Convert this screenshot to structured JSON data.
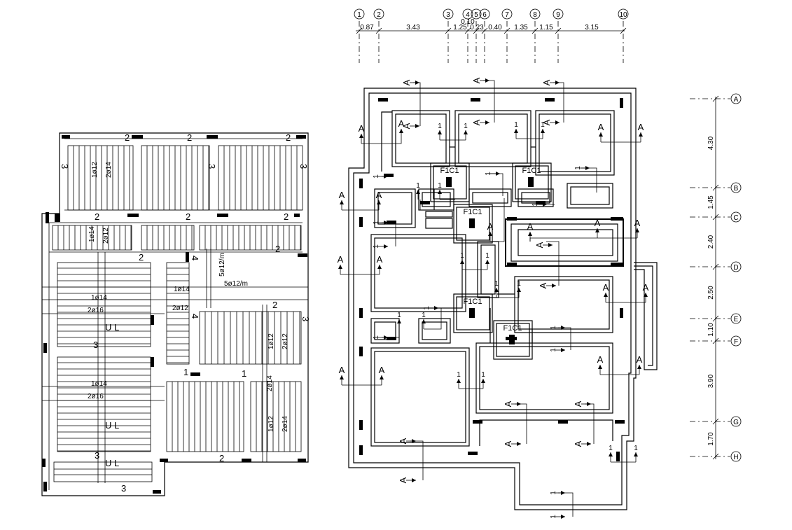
{
  "grid_x": {
    "bubbles": [
      "1",
      "2",
      "3",
      "4",
      "5",
      "6",
      "7",
      "8",
      "9",
      "10"
    ],
    "dims": [
      "0.87",
      "3.43",
      "1.25",
      "0.10",
      "0.23",
      "0.40",
      "1.35",
      "1.15",
      "3.15"
    ]
  },
  "grid_y": {
    "bubbles": [
      "A",
      "B",
      "C",
      "D",
      "E",
      "F",
      "G",
      "H"
    ],
    "dims": [
      "4.30",
      "1.45",
      "2.40",
      "2.50",
      "1.10",
      "3.90",
      "1.70"
    ]
  },
  "left_plan": {
    "labels": {
      "l2a": "2",
      "l2b": "2",
      "l2c": "2",
      "l2d": "2",
      "l2e": "2",
      "l2f": "2",
      "l2g": "2",
      "l2h": "2",
      "l2i": "2",
      "l2j": "2",
      "l3a": "3",
      "l3b": "3",
      "l3c": "3",
      "l3d": "3",
      "l3e": "3",
      "l3f": "3",
      "l3g": "3",
      "l1a": "1",
      "l1b": "1",
      "l4a": "4",
      "l4b": "4",
      "r1": "1ø12",
      "r2": "2ø14",
      "r3": "1ø14",
      "r4": "2ø12",
      "r5": "1ø14",
      "r6": "2ø16",
      "r7": "1ø14",
      "r8": "2ø16",
      "r9": "1ø14",
      "r10": "2ø12",
      "r11": "1ø12",
      "r12": "2ø12",
      "r13": "1ø12",
      "r14": "2ø14",
      "r15": "2ø14",
      "m1": "5ø12/m",
      "m2": "5ø12/m",
      "u1": "U L",
      "u2": "U L",
      "u3": "U L"
    }
  },
  "right_plan": {
    "footings": [
      "F1C1",
      "F1C1",
      "F1C1",
      "F1C1",
      "F1C1"
    ],
    "section_a": "A",
    "section_1": "1"
  }
}
